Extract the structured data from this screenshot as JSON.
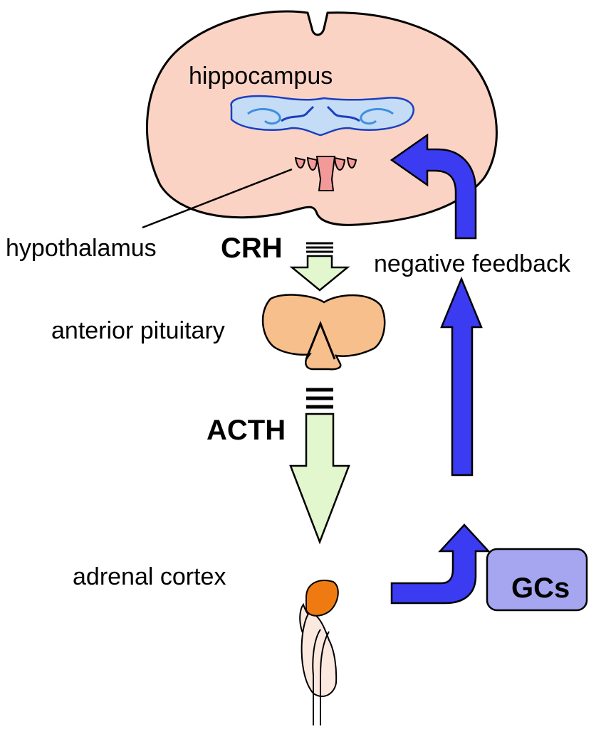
{
  "labels": {
    "hippocampus": "hippocampus",
    "hypothalamus": "hypothalamus",
    "crh": "CRH",
    "anterior_pituitary": "anterior pituitary",
    "acth": "ACTH",
    "adrenal_cortex": "adrenal cortex",
    "negative_feedback": "negative feedback",
    "gcs": "GCs"
  },
  "colors": {
    "brain_fill": "#fbd3c4",
    "hippocampus_fill": "#c4dcf5",
    "hippocampus_line": "#1a3fbf",
    "hypothalamus_fill": "#f29a9a",
    "pituitary_fill": "#f7bf8c",
    "green_arrow_fill": "#e3f7cf",
    "blue_arrow_fill": "#3b3bf2",
    "adrenal_fill": "#f07a12",
    "kidney_fill": "#fbe9e0",
    "gcs_box_fill": "#a6a6f0"
  }
}
